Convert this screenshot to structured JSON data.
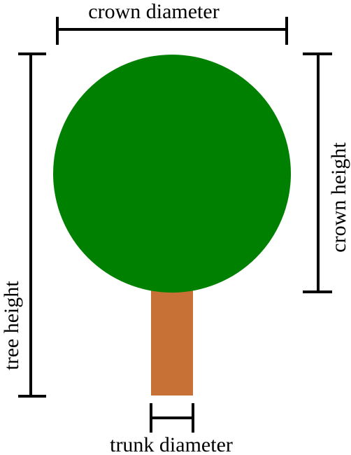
{
  "diagram": {
    "labels": {
      "crown_diameter": "crown diameter",
      "tree_height": "tree height",
      "crown_height": "crown height",
      "trunk_diameter": "trunk diameter"
    },
    "colors": {
      "crown": "#008000",
      "trunk": "#c87137",
      "dimension_lines": "#000000",
      "text": "#000000",
      "background": "#ffffff"
    },
    "icons": {
      "crown": "tree-crown-circle",
      "trunk": "tree-trunk-rect"
    }
  }
}
